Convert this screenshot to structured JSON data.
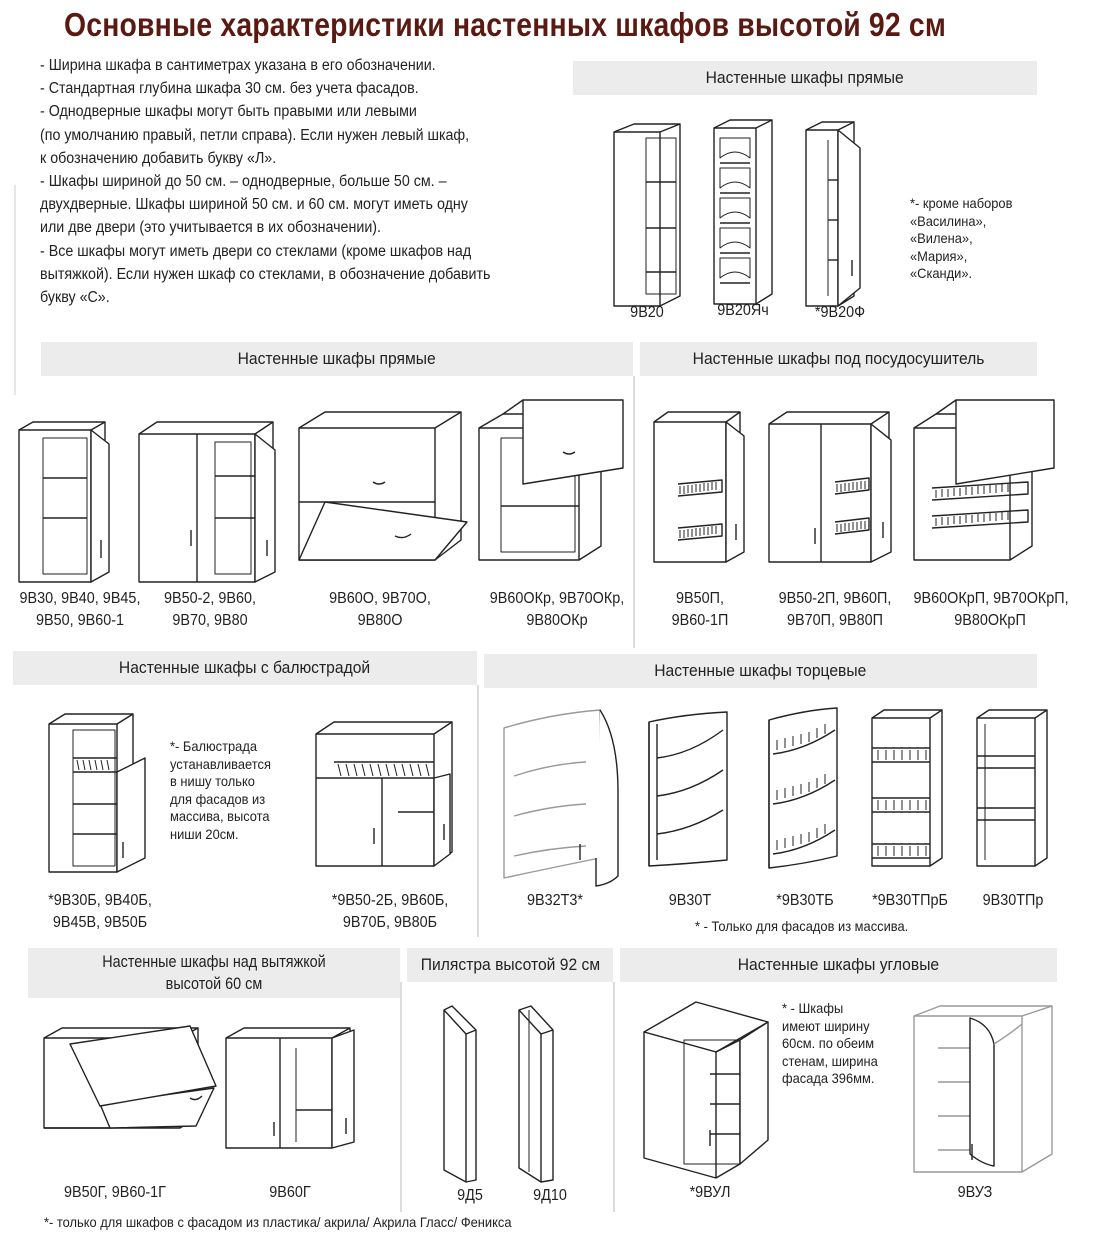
{
  "title": "Основные характеристики настенных шкафов высотой 92 см",
  "intro": [
    "-  Ширина шкафа в сантиметрах указана в его обозначении.",
    "-  Стандартная глубина шкафа 30 см. без учета фасадов.",
    "-  Однодверные шкафы могут быть правыми или левыми",
    "(по умолчанию правый, петли справа). Если нужен левый шкаф,",
    "к обозначению добавить букву «Л».",
    "-  Шкафы шириной до 50 см. – однодверные, больше 50 см. –",
    "двухдверные. Шкафы шириной 50 см. и 60 см. могут иметь одну",
    "или две двери (это учитывается в их обозначении).",
    "-  Все шкафы могут иметь двери со стеклами (кроме шкафов над",
    "вытяжкой). Если нужен шкаф со стеклами, в обозначение добавить",
    "букву «С»."
  ],
  "sections": {
    "top_straight": "Настенные шкафы прямые",
    "straight": "Настенные шкафы прямые",
    "dryer": "Настенные шкафы под посудосушитель",
    "balustrade": "Настенные шкафы с балюстрадой",
    "end": "Настенные шкафы торцевые",
    "hood": [
      "Настенные шкафы над вытяжкой",
      "высотой 60 см"
    ],
    "pilaster": "Пилястра высотой 92 см",
    "corner": "Настенные шкафы угловые"
  },
  "notes": {
    "except": [
      "*- кроме наборов",
      "«Василина»,",
      "«Вилена»,",
      "«Мария»,",
      "«Сканди»."
    ],
    "balustrade": [
      "*- Балюстрада",
      "устанавливается",
      "в нишу только",
      "для фасадов из",
      "массива, высота",
      "ниши 20см."
    ],
    "solid": "* - Только для фасадов из массива.",
    "corner": [
      "* - Шкафы",
      "имеют ширину",
      "60см. по обеим",
      "стенам, ширина",
      "фасада 396мм."
    ],
    "footer": "*- только для шкафов с фасадом из пластика/ акрила/ Акрила Гласс/ Феникса"
  },
  "labels": {
    "b20": "9В20",
    "b20ya": "9В20Яч",
    "b20f": "*9В20Ф",
    "b30": [
      "9В30, 9В40, 9В45,",
      "9В50, 9В60-1"
    ],
    "b50_2": [
      "9В50-2, 9В60,",
      "9В70, 9В80"
    ],
    "b60o": [
      "9В60О, 9В70О,",
      "9В80О"
    ],
    "b60okr": [
      "9В60ОКр, 9В70ОКр,",
      "9В80ОКр"
    ],
    "b50p": [
      "9В50П,",
      "9В60-1П"
    ],
    "b50_2p": [
      "9В50-2П, 9В60П,",
      "9В70П, 9В80П"
    ],
    "b60okrp": [
      "9В60ОКрП, 9В70ОКрП,",
      "9В80ОКрП"
    ],
    "b30b": [
      "*9В30Б, 9В40Б,",
      "9В45В, 9В50Б"
    ],
    "b50_2b": [
      "*9В50-2Б, 9В60Б,",
      "9В70Б, 9В80Б"
    ],
    "b32t3": "9В32Т3*",
    "b30t": "9В30Т",
    "b30tb": "*9В30ТБ",
    "b30tprb": "*9В30ТПрБ",
    "b30tpr": "9В30ТПр",
    "b50g": "9В50Г, 9В60-1Г",
    "b60g": "9В60Г",
    "d5": "9Д5",
    "d10": "9Д10",
    "vul": "*9ВУЛ",
    "vuz": "9ВУЗ"
  }
}
